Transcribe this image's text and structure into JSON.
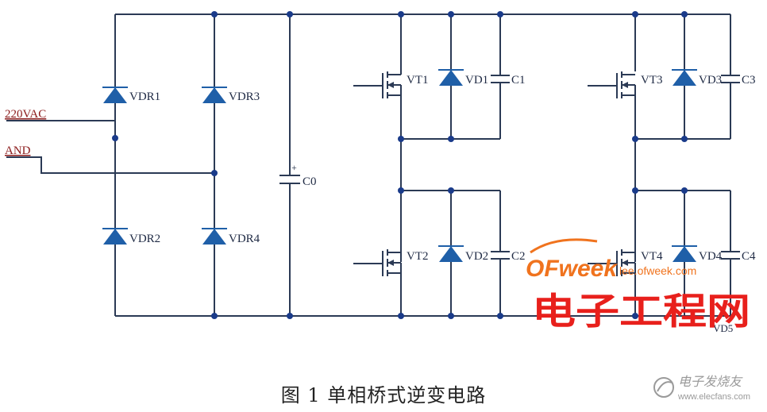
{
  "inputs": {
    "line": "220VAC",
    "neutral": "AND"
  },
  "rectifier": {
    "diodes": [
      "VDR1",
      "VDR2",
      "VDR3",
      "VDR4"
    ]
  },
  "dc_link": {
    "capacitor": "C0",
    "polarity_mark": "+"
  },
  "bridge": {
    "switches": [
      "VT1",
      "VT2",
      "VT3",
      "VT4"
    ],
    "freewheel_diodes": [
      "VD1",
      "VD2",
      "VD3",
      "VD4"
    ],
    "snubber_caps": [
      "C1",
      "C2",
      "C3",
      "C4"
    ],
    "extra_diode": "VD5"
  },
  "watermarks": {
    "ofweek_logo": "OFweek",
    "ofweek_url": "lee.ofweek.com",
    "ofweek_cn": "电子工程网",
    "elecfans_cn": "电子发烧友",
    "elecfans_url": "www.elecfans.com"
  },
  "caption": "图 1  单相桥式逆变电路",
  "colors": {
    "wire": "#2b3a55",
    "diode": "#1f5fa8",
    "node": "#1a3b8a",
    "input_label": "#8b1a1a",
    "watermark_orange": "#f0731e",
    "watermark_red": "#e8201c"
  }
}
